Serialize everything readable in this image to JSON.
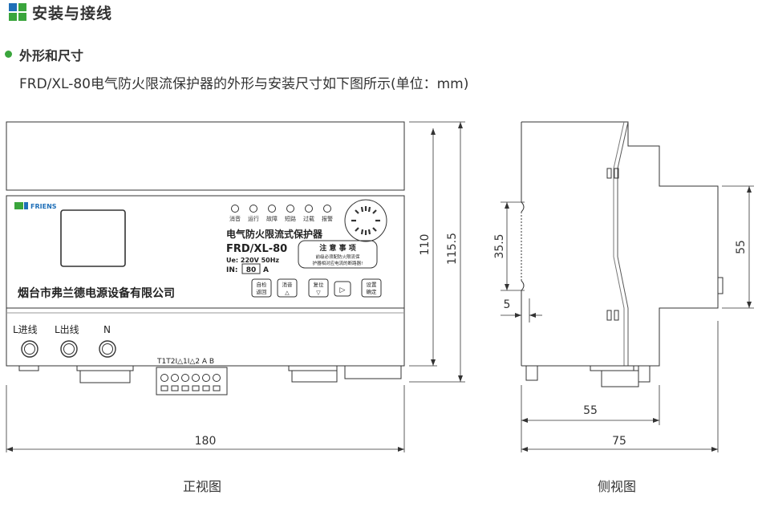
{
  "header": {
    "title": "安装与接线",
    "subtitle": "外形和尺寸",
    "description": "FRD/XL-80电气防火限流保护器的外形与安装尺寸如下图所示(单位：mm)",
    "accent_color": "#3aa53c",
    "accent_color_2": "#1f6fb8"
  },
  "front": {
    "caption": "正视图",
    "leds": [
      "消音",
      "运行",
      "故障",
      "短路",
      "过载",
      "报警"
    ],
    "product_name": "电气防火限流式保护器",
    "model": "FRD/XL-80",
    "rating": "Ue: 220V  50Hz",
    "in_label": "IN:",
    "in_value": "80",
    "in_unit": "A",
    "notice_title": "注 意 事 项",
    "notice_line1": "前级必须配防火限流保",
    "notice_line2": "护器相对应电流的断路器!",
    "logo_text": "FRIENS",
    "company": "烟台市弗兰德电源设备有限公司",
    "buttons": [
      {
        "line1": "自检",
        "line2": "返回"
      },
      {
        "line1": "消音",
        "line2": "△"
      },
      {
        "line1": "复位",
        "line2": "▽"
      },
      {
        "line1": "▷",
        "line2": ""
      },
      {
        "line1": "设置",
        "line2": "确定"
      }
    ],
    "terminals": [
      "L进线",
      "L出线",
      "N"
    ],
    "bottom_labels": "T1T2I△1I△2 A  B",
    "dim_width": "180",
    "dim_height_inner": "110",
    "dim_height_outer": "115.5"
  },
  "side": {
    "caption": "侧视图",
    "dim_rail": "35.5",
    "dim_lip": "5",
    "dim_right": "55",
    "dim_bottom_inner": "55",
    "dim_bottom_outer": "75"
  }
}
